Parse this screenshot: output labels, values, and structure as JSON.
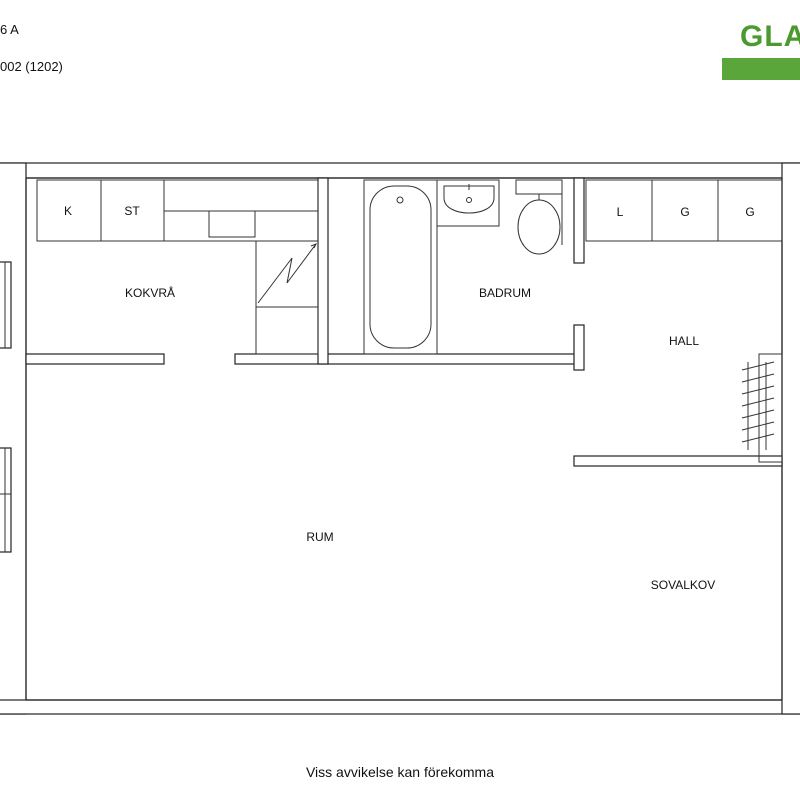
{
  "header": {
    "address_fragment": "6 A",
    "apartment_fragment": "002  (1202)"
  },
  "logo": {
    "text_fragment": "GLA",
    "color": "#4a9a2f",
    "bar_color": "#5aa63a"
  },
  "rooms": {
    "kokvra": "KOKVRÅ",
    "badrum": "BADRUM",
    "hall": "HALL",
    "rum": "RUM",
    "sovalkov": "SOVALKOV"
  },
  "fixtures": {
    "k": "K",
    "st": "ST",
    "l": "L",
    "g1": "G",
    "g2": "G"
  },
  "footer": {
    "disclaimer": "Viss avvikelse kan förekomma"
  }
}
